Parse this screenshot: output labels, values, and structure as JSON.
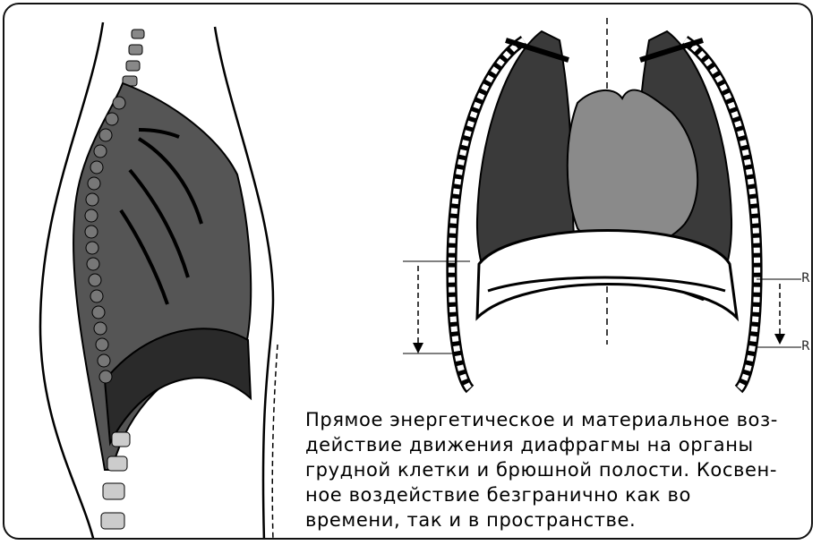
{
  "caption": {
    "lines": [
      "Прямое энергетическое и материальное воз-",
      "действие движения диафрагмы на органы",
      "грудной клетки и брюшной полости. Косвен-",
      "ное воздействие безгранично как во",
      "времени, так и в пространстве."
    ]
  },
  "side_labels": {
    "upper": "R",
    "lower": "R"
  },
  "colors": {
    "lung_dark": "#3a3a3a",
    "lung_mid": "#6a6a6a",
    "heart": "#8a8a8a",
    "outline": "#000000"
  }
}
